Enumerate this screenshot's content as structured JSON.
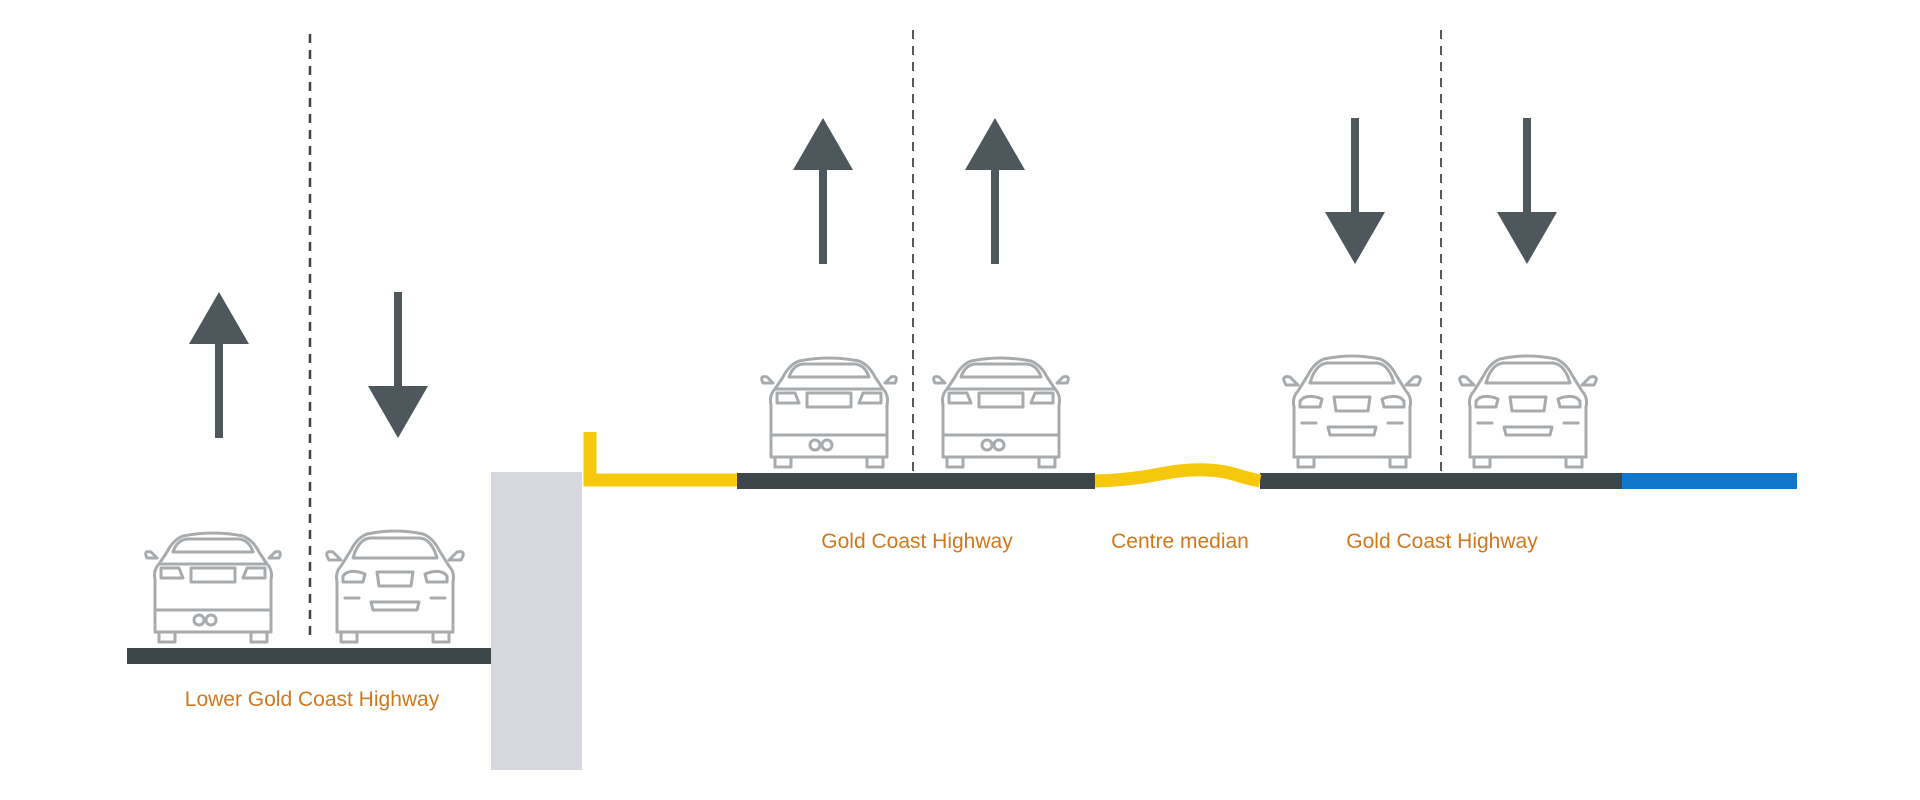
{
  "colors": {
    "road": "#3c464b",
    "arrow": "#4d575c",
    "car_outline": "#a8abae",
    "label": "#d0781e",
    "kerb": "#f6c80c",
    "median": "#f6c80c",
    "wall": "#d5d9dd",
    "path_blue": "#1177cc",
    "lane_divider": "#3c464b"
  },
  "labels": {
    "lower_road": "Lower Gold Coast Highway",
    "highway_left": "Gold Coast Highway",
    "median": "Centre median",
    "highway_right": "Gold Coast Highway"
  },
  "lanes": [
    {
      "name": "lower-lane-1",
      "direction": "up",
      "car_view": "rear"
    },
    {
      "name": "lower-lane-2",
      "direction": "down",
      "car_view": "front"
    },
    {
      "name": "upper-lane-1",
      "direction": "up",
      "car_view": "rear"
    },
    {
      "name": "upper-lane-2",
      "direction": "up",
      "car_view": "rear"
    },
    {
      "name": "upper-lane-3",
      "direction": "down",
      "car_view": "front"
    },
    {
      "name": "upper-lane-4",
      "direction": "down",
      "car_view": "front"
    }
  ],
  "icons": {
    "arrow_up": "arrow-up-icon",
    "arrow_down": "arrow-down-icon",
    "car_rear": "car-rear-icon",
    "car_front": "car-front-icon"
  }
}
